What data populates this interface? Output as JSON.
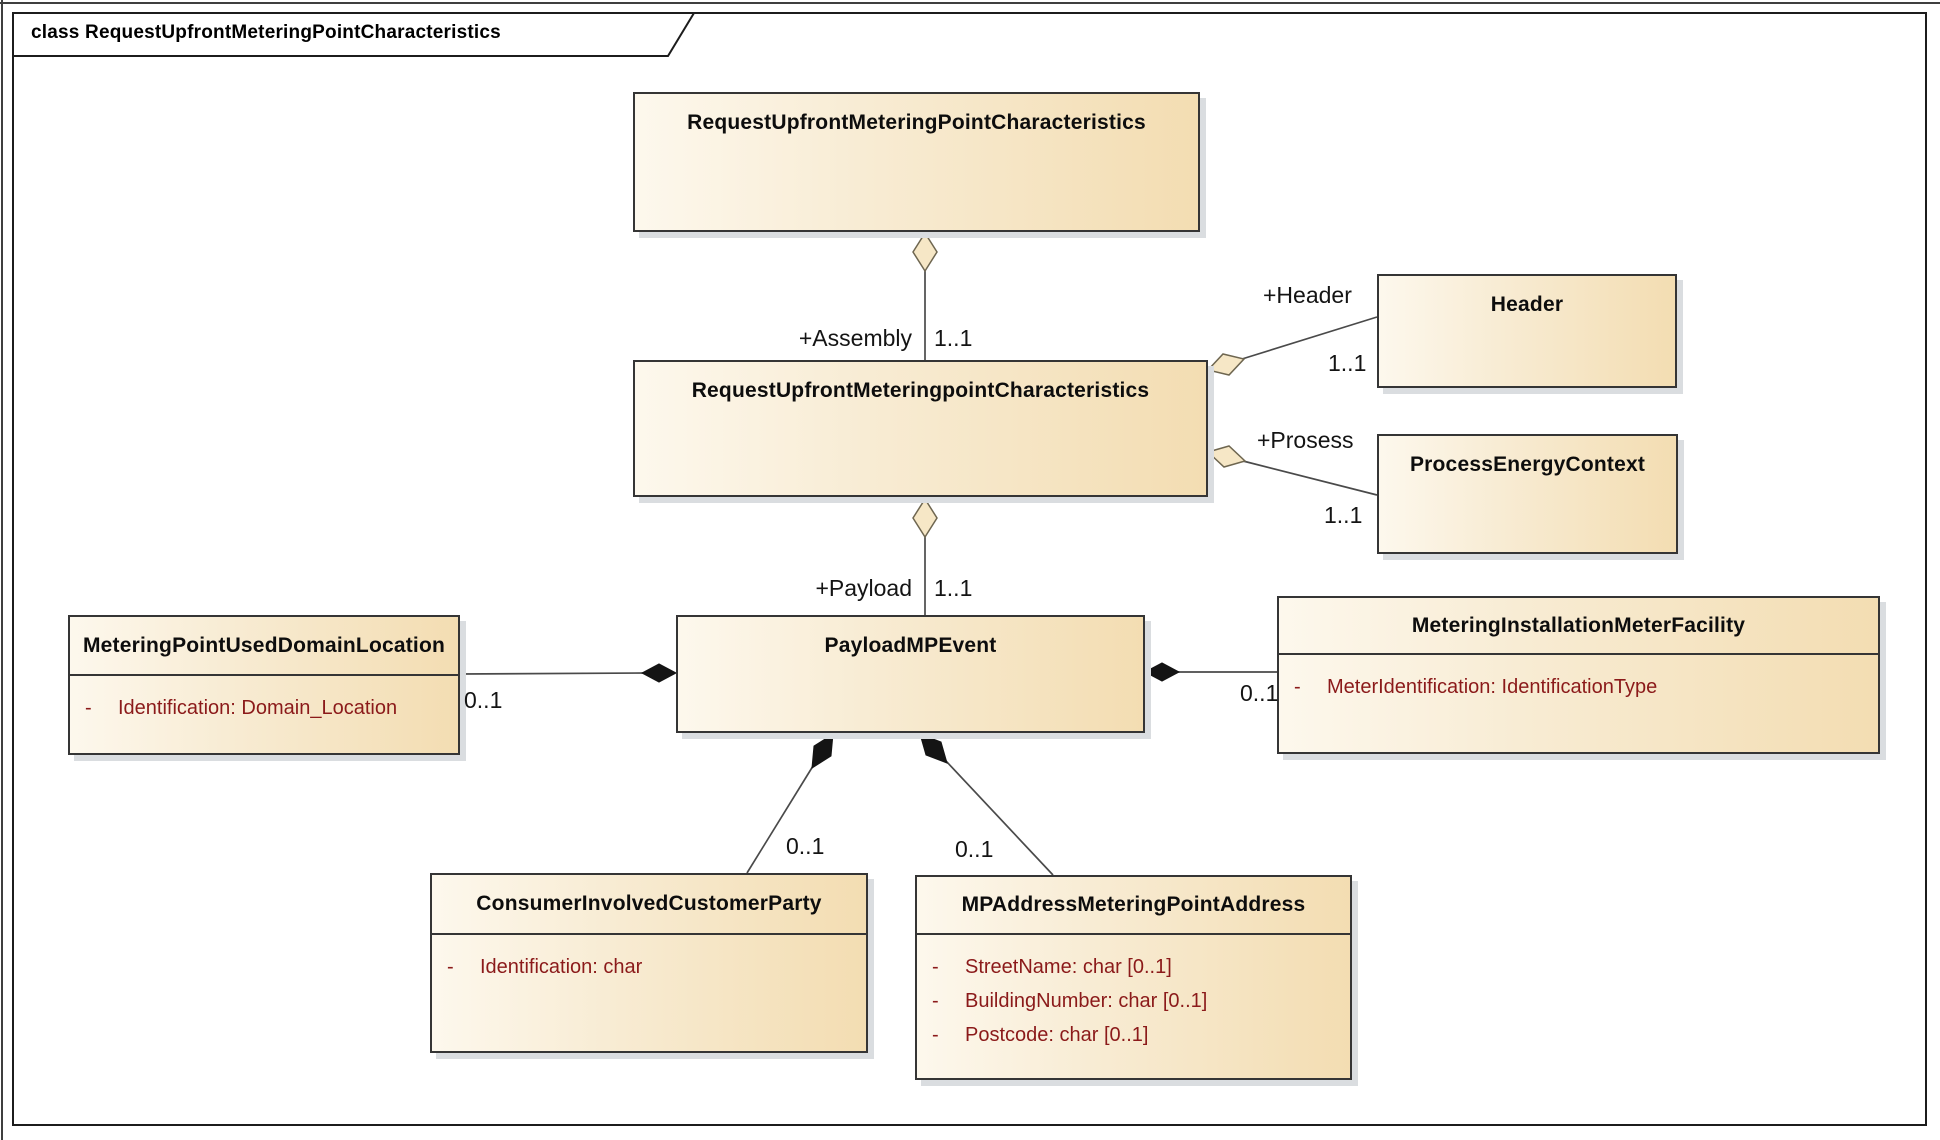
{
  "diagram": {
    "tab_title": "class RequestUpfrontMeteringPointCharacteristics"
  },
  "colors": {
    "class_fill_start": "#fdf8ed",
    "class_fill_end": "#f3ddb2",
    "class_border": "#353535",
    "attribute_text": "#8b1a1a",
    "connector_line": "#4a4a4a",
    "hollow_diamond_fill": "#f6e7c6",
    "filled_diamond": "#141414",
    "shadow": "#dadde0"
  },
  "classes": [
    {
      "id": "request-upfront-metering-point-characteristics",
      "name": "RequestUpfrontMeteringPointCharacteristics",
      "attributes": []
    },
    {
      "id": "request-upfront-meteringpoint-characteristics",
      "name": "RequestUpfrontMeteringpointCharacteristics",
      "attributes": []
    },
    {
      "id": "header",
      "name": "Header",
      "attributes": []
    },
    {
      "id": "process-energy-context",
      "name": "ProcessEnergyContext",
      "attributes": []
    },
    {
      "id": "payload-mp-event",
      "name": "PayloadMPEvent",
      "attributes": []
    },
    {
      "id": "metering-point-used-domain-location",
      "name": "MeteringPointUsedDomainLocation",
      "attributes": [
        {
          "vis": "-",
          "text": "Identification: Domain_Location"
        }
      ]
    },
    {
      "id": "consumer-involved-customer-party",
      "name": "ConsumerInvolvedCustomerParty",
      "attributes": [
        {
          "vis": "-",
          "text": "Identification: char"
        }
      ]
    },
    {
      "id": "mp-address-metering-point-address",
      "name": "MPAddressMeteringPointAddress",
      "attributes": [
        {
          "vis": "-",
          "text": "StreetName: char [0..1]"
        },
        {
          "vis": "-",
          "text": "BuildingNumber: char [0..1]"
        },
        {
          "vis": "-",
          "text": "Postcode: char [0..1]"
        }
      ]
    },
    {
      "id": "metering-installation-meter-facility",
      "name": "MeteringInstallationMeterFacility",
      "attributes": [
        {
          "vis": "-",
          "text": "MeterIdentification: IdentificationType"
        }
      ]
    }
  ],
  "connectors": {
    "assembly": {
      "role": "+Assembly",
      "multiplicity": "1..1"
    },
    "payload": {
      "role": "+Payload",
      "multiplicity": "1..1"
    },
    "header": {
      "role": "+Header",
      "multiplicity": "1..1"
    },
    "prosess": {
      "role": "+Prosess",
      "multiplicity": "1..1"
    },
    "domain_location": {
      "multiplicity": "0..1"
    },
    "meter_facility": {
      "multiplicity": "0..1"
    },
    "consumer": {
      "multiplicity": "0..1"
    },
    "mp_address": {
      "multiplicity": "0..1"
    }
  }
}
